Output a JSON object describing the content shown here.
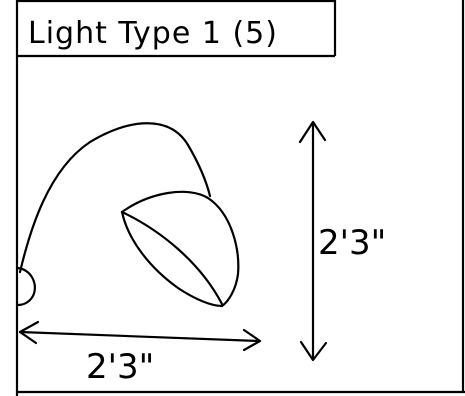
{
  "title": "Light Type 1 (5)",
  "dimensions": {
    "horizontal": "2'3\"",
    "vertical": "2'3\""
  }
}
